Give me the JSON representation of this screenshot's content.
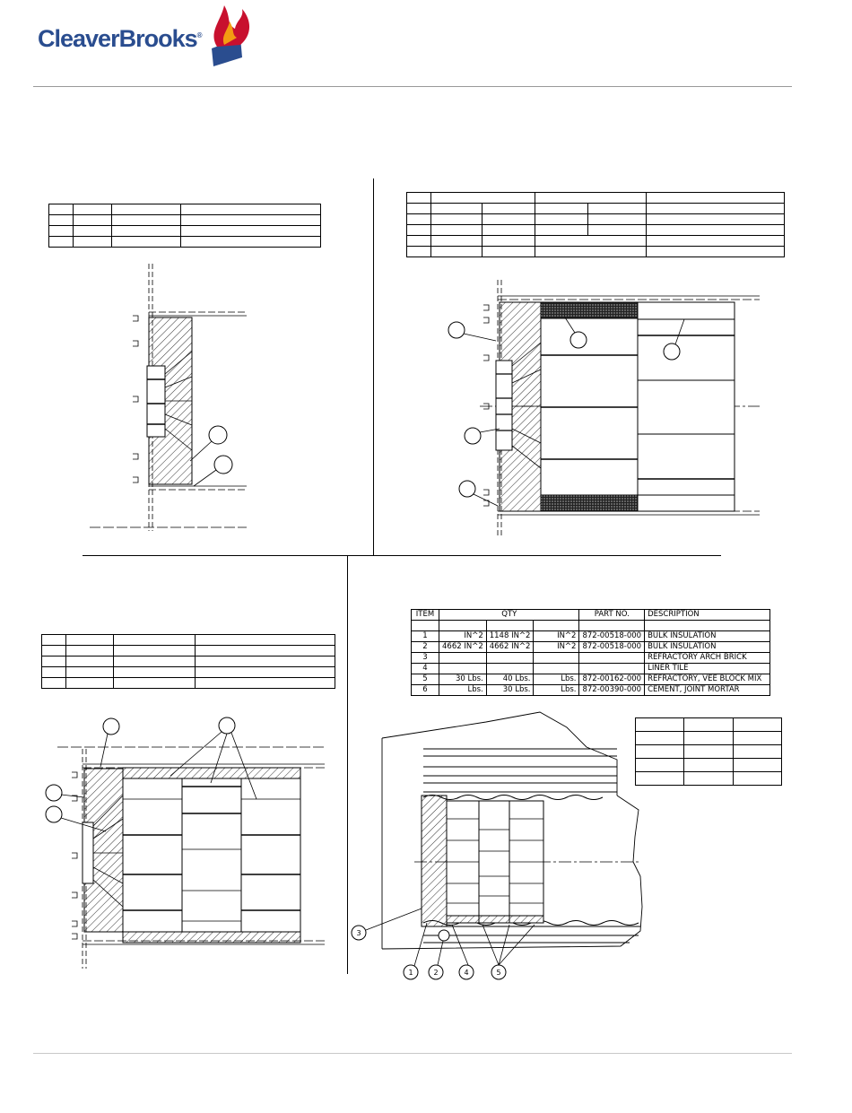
{
  "logo": {
    "brand": "CleaverBrooks",
    "registered_mark": "®"
  },
  "parts_table": {
    "headers": {
      "item": "ITEM",
      "qty": "QTY",
      "part_no": "PART NO.",
      "description": "DESCRIPTION"
    },
    "rows": [
      {
        "item": "1",
        "q1": "IN^2",
        "q2": "1148 IN^2",
        "q3": "IN^2",
        "part_no": "872-00518-000",
        "description": "BULK INSULATION"
      },
      {
        "item": "2",
        "q1": "4662 IN^2",
        "q2": "4662 IN^2",
        "q3": "IN^2",
        "part_no": "872-00518-000",
        "description": "BULK INSULATION"
      },
      {
        "item": "3",
        "q1": "",
        "q2": "",
        "q3": "",
        "part_no": "",
        "description": "REFRACTORY ARCH BRICK"
      },
      {
        "item": "4",
        "q1": "",
        "q2": "",
        "q3": "",
        "part_no": "",
        "description": "LINER TILE"
      },
      {
        "item": "5",
        "q1": "30 Lbs.",
        "q2": "40 Lbs.",
        "q3": "Lbs.",
        "part_no": "872-00162-000",
        "description": "REFRACTORY, VEE BLOCK MIX"
      },
      {
        "item": "6",
        "q1": "Lbs.",
        "q2": "30 Lbs.",
        "q3": "Lbs.",
        "part_no": "872-00390-000",
        "description": "CEMENT, JOINT MORTAR"
      }
    ]
  },
  "callouts": [
    "1",
    "2",
    "4",
    "5",
    "3"
  ]
}
